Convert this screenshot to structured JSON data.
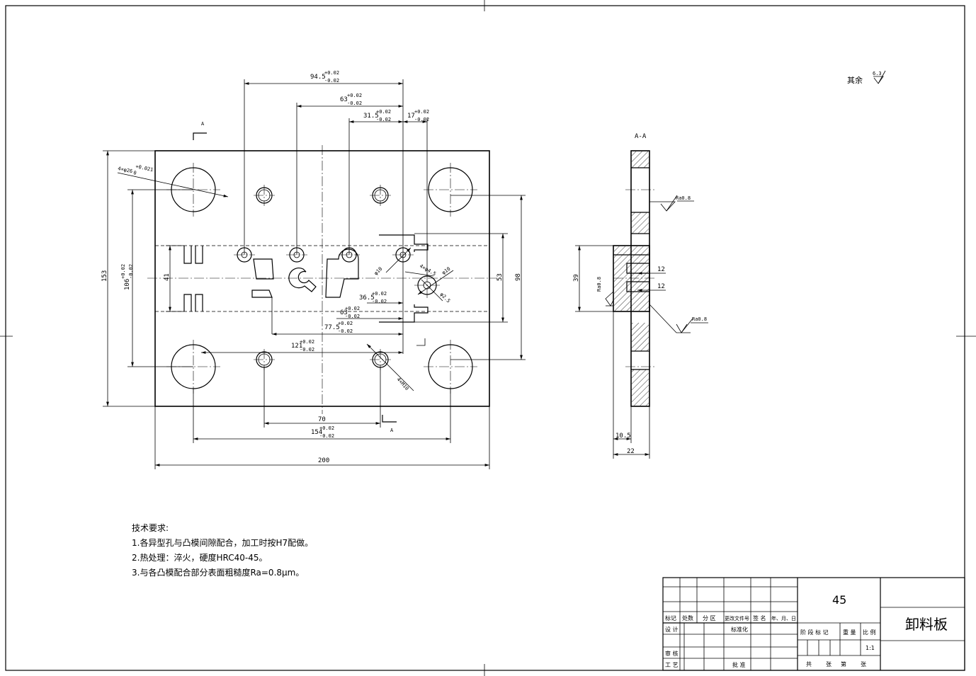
{
  "view_labels": {
    "section_mark": "A",
    "section_view": "A-A"
  },
  "surface": {
    "rest_label": "其余",
    "rest_value": "6.3",
    "ra1": "Ra0.8",
    "ra2": "Ra0.8",
    "ra3": "Ra0.8"
  },
  "dimensions": {
    "d94_5": "94.5",
    "d94_5_tol_up": "+0.02",
    "d94_5_tol_dn": "-0.02",
    "d63_top": "63",
    "d63_top_tol_up": "+0.02",
    "d63_top_tol_dn": "-0.02",
    "d31_5": "31.5",
    "d31_5_tol_up": "+0.02",
    "d31_5_tol_dn": "-0.02",
    "d17": "17",
    "d17_tol_up": "+0.02",
    "d17_tol_dn": "-0.02",
    "hole_4x26": "4×φ26",
    "hole_4x26_tol_up": "+0.021",
    "hole_4x26_tol_dn": "0",
    "d153": "153",
    "d106": "106",
    "d106_tol_up": "+0.02",
    "d106_tol_dn": "-0.02",
    "d41": "41",
    "d53": "53",
    "d98": "98",
    "phi10_a": "φ10",
    "hole_4x4_5": "4×φ4.5",
    "phi10_b": "φ10",
    "phi2_5": "φ2.5",
    "d36_5": "36.5",
    "d36_5_tol_up": "+0.02",
    "d36_5_tol_dn": "-0.02",
    "d63_mid": "63",
    "d63_mid_tol_up": "+0.02",
    "d63_mid_tol_dn": "-0.02",
    "d77_5": "77.5",
    "d77_5_tol_up": "+0.02",
    "d77_5_tol_dn": "-0.02",
    "d121": "121",
    "d121_tol_up": "+0.02",
    "d121_tol_dn": "-0.02",
    "m10": "4×M10",
    "d70": "70",
    "d154": "154",
    "d154_tol_up": "+0.02",
    "d154_tol_dn": "-0.02",
    "d200": "200",
    "d39": "39",
    "d12_a": "12",
    "d12_b": "12",
    "d10_5": "10.5",
    "d22": "22"
  },
  "notes": {
    "title": "技术要求:",
    "items": [
      "1.各异型孔与凸模间隙配合，加工时按H7配做。",
      "2.热处理：淬火，硬度HRC40-45。",
      "3.与各凸模配合部分表面粗糙度Ra=0.8μm。"
    ]
  },
  "title_block": {
    "material": "45",
    "part_name": "卸料板",
    "rev_headers": [
      "标记",
      "处数",
      "分 区",
      "更改文件号",
      "签 名",
      "年、月、日"
    ],
    "design": "设 计",
    "standardize": "标准化",
    "review": "审 核",
    "process": "工 艺",
    "approve": "批 准",
    "stage_mark": "阶 段 标 记",
    "weight": "重 量",
    "scale_label": "比 例",
    "scale_value": "1:1",
    "sheets": "共",
    "sheets_unit": "张",
    "sheet_no": "第",
    "sheet_unit": "张"
  }
}
